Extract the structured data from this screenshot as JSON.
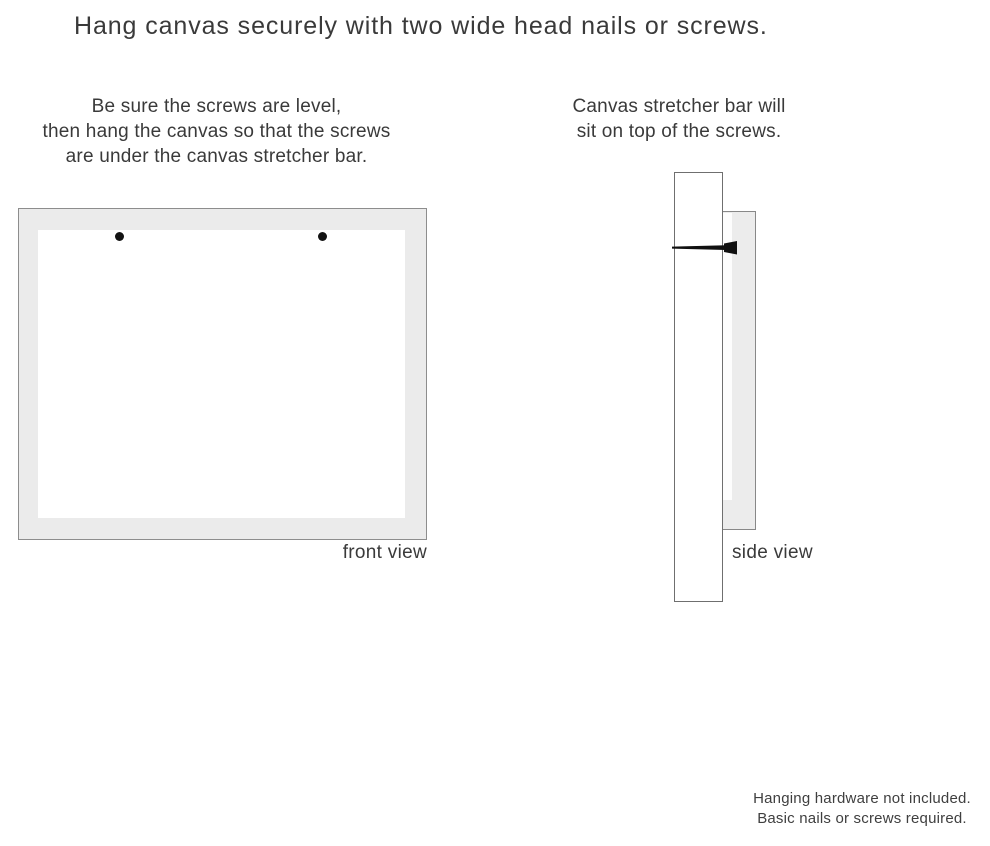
{
  "title": "Hang canvas securely with two wide head nails or screws.",
  "front_note": {
    "lines": [
      "Be sure the screws are level,",
      "then hang the canvas so that the screws",
      "are under the canvas stretcher bar."
    ]
  },
  "side_note": {
    "lines": [
      "Canvas stretcher bar will",
      "sit on top of the screws."
    ]
  },
  "front_view": {
    "label": "front view",
    "screw_count": 2
  },
  "side_view": {
    "label": "side view"
  },
  "footer": {
    "lines": [
      "Hanging hardware not included.",
      "Basic nails or screws required."
    ]
  },
  "colors": {
    "canvas_fill": "#ebebeb",
    "border_gray": "#8d8d8d",
    "bar_border": "#6f6f6f",
    "text_color": "#3a3a3a",
    "screw_color": "#131313",
    "bg": "#ffffff"
  }
}
